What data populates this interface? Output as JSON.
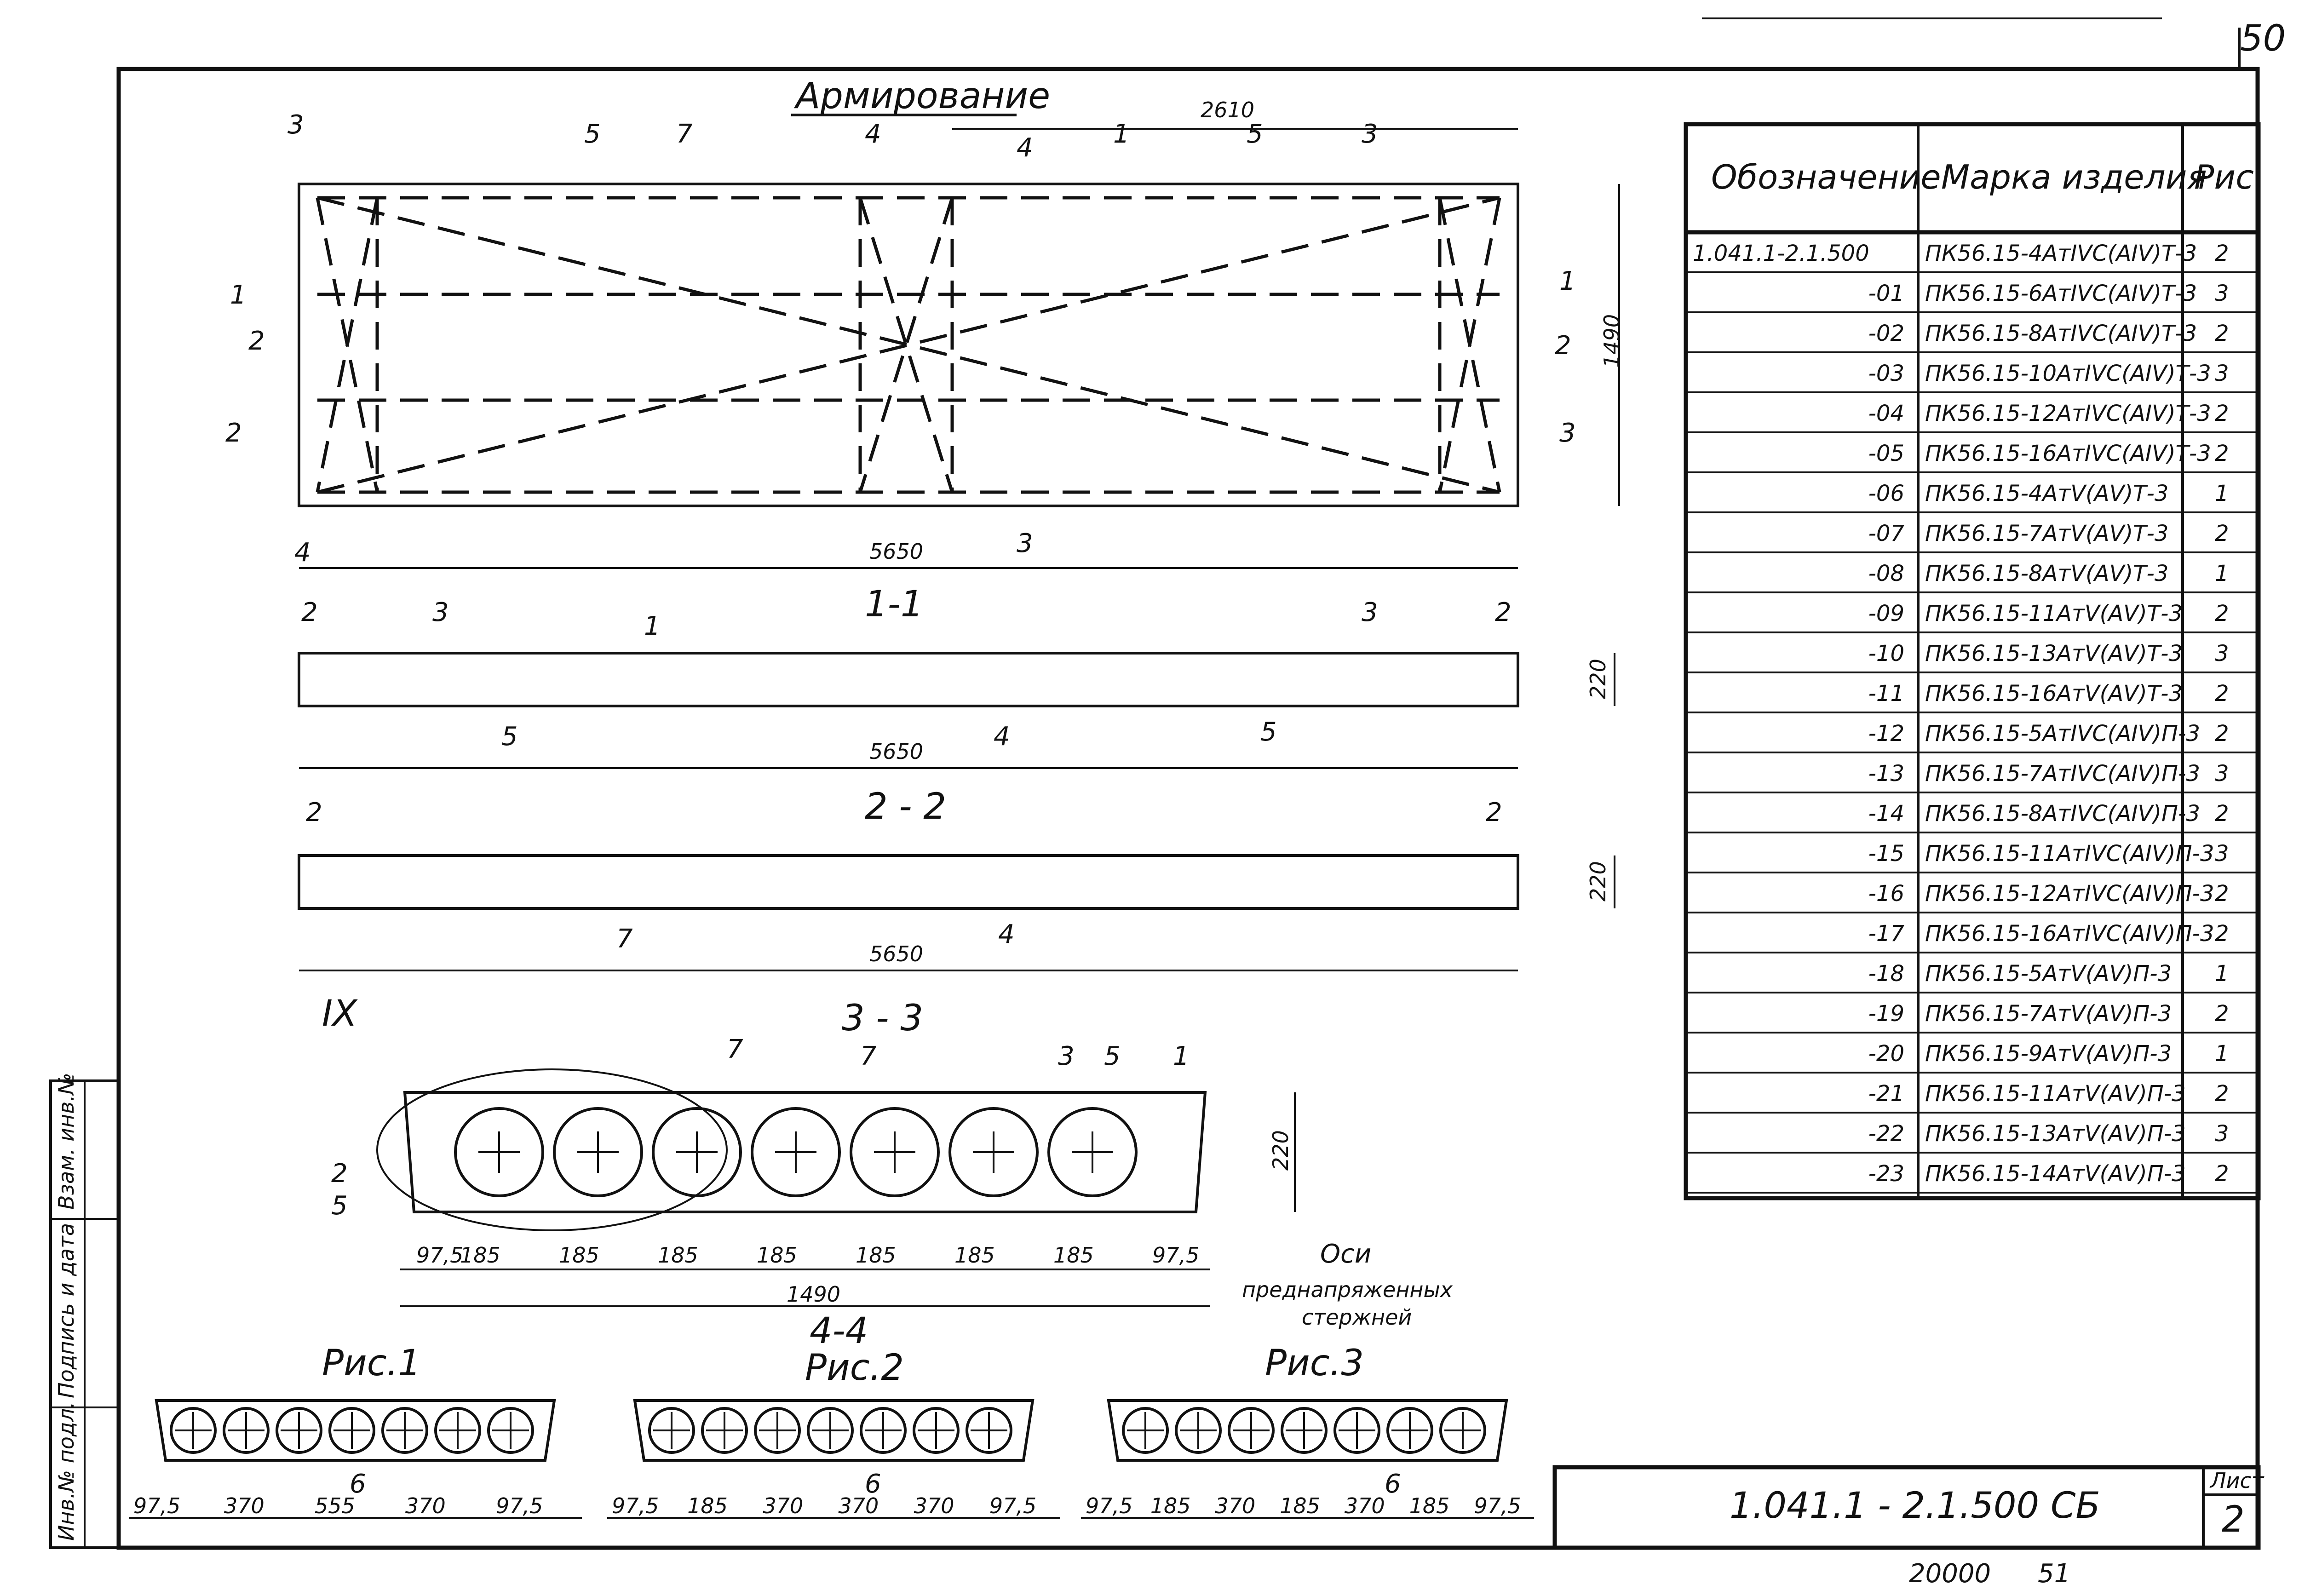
{
  "page_number": "50",
  "bottom_numbers": {
    "left": "20000",
    "right": "51"
  },
  "plan": {
    "title": "Армирование",
    "dim_total_length": "5650",
    "dim_mid_length": "2610",
    "dim_width": "1490",
    "markers": [
      "3",
      "5",
      "7",
      "4",
      "1",
      "5",
      "3",
      "1",
      "2",
      "2",
      "1",
      "2",
      "3",
      "4",
      "4",
      "3"
    ]
  },
  "section_1_1": {
    "title": "1-1",
    "length": "5650",
    "height": "220",
    "labels": [
      "2",
      "3",
      "1",
      "3",
      "2",
      "5",
      "4",
      "5"
    ]
  },
  "section_2_2": {
    "title": "2 - 2",
    "length": "5650",
    "height": "220",
    "labels": [
      "2",
      "2",
      "7",
      "4"
    ]
  },
  "section_3_3": {
    "title": "3 - 3",
    "detail_mark": "IX",
    "height": "220",
    "width_total": "1490",
    "spacing": [
      "97,5",
      "185",
      "185",
      "185",
      "185",
      "185",
      "185",
      "185",
      "97,5"
    ],
    "labels": [
      "7",
      "7",
      "3",
      "5",
      "1",
      "2",
      "5"
    ],
    "axes_note": [
      "Оси",
      "преднапряженных",
      "стержней"
    ]
  },
  "figures": [
    {
      "caption": "Рис.1",
      "marker": "6",
      "dims": [
        "97,5",
        "370",
        "555",
        "370",
        "97,5"
      ]
    },
    {
      "caption": "Рис.2",
      "above": "4-4",
      "marker": "6",
      "dims": [
        "97,5",
        "185",
        "370",
        "370",
        "370",
        "97,5"
      ]
    },
    {
      "caption": "Рис.3",
      "marker": "6",
      "dims": [
        "97,5",
        "185",
        "370",
        "185",
        "370",
        "185",
        "97,5"
      ]
    }
  ],
  "side_stamp": [
    "Инв.№ подл.",
    "Подпись и дата",
    "Взам. инв.№"
  ],
  "table": {
    "headers": [
      "Обозначение",
      "Марка изделия",
      "Рис."
    ],
    "rows": [
      [
        "1.041.1-2.1.500",
        "ПК56.15-4АтIVС(АIV)Т-3",
        "2"
      ],
      [
        "-01",
        "ПК56.15-6АтIVС(АIV)Т-3",
        "3"
      ],
      [
        "-02",
        "ПК56.15-8АтIVС(АIV)Т-3",
        "2"
      ],
      [
        "-03",
        "ПК56.15-10АтIVС(АIV)Т-3",
        "3"
      ],
      [
        "-04",
        "ПК56.15-12АтIVС(АIV)Т-3",
        "2"
      ],
      [
        "-05",
        "ПК56.15-16АтIVС(АIV)Т-3",
        "2"
      ],
      [
        "-06",
        "ПК56.15-4АтV(АV)Т-3",
        "1"
      ],
      [
        "-07",
        "ПК56.15-7АтV(АV)Т-3",
        "2"
      ],
      [
        "-08",
        "ПК56.15-8АтV(АV)Т-3",
        "1"
      ],
      [
        "-09",
        "ПК56.15-11АтV(АV)Т-3",
        "2"
      ],
      [
        "-10",
        "ПК56.15-13АтV(АV)Т-3",
        "3"
      ],
      [
        "-11",
        "ПК56.15-16АтV(АV)Т-3",
        "2"
      ],
      [
        "-12",
        "ПК56.15-5АтIVС(АIV)П-3",
        "2"
      ],
      [
        "-13",
        "ПК56.15-7АтIVС(АIV)П-3",
        "3"
      ],
      [
        "-14",
        "ПК56.15-8АтIVС(АIV)П-3",
        "2"
      ],
      [
        "-15",
        "ПК56.15-11АтIVС(АIV)П-3",
        "3"
      ],
      [
        "-16",
        "ПК56.15-12АтIVС(АIV)П-3",
        "2"
      ],
      [
        "-17",
        "ПК56.15-16АтIVС(АIV)П-3",
        "2"
      ],
      [
        "-18",
        "ПК56.15-5АтV(АV)П-3",
        "1"
      ],
      [
        "-19",
        "ПК56.15-7АтV(АV)П-3",
        "2"
      ],
      [
        "-20",
        "ПК56.15-9АтV(АV)П-3",
        "1"
      ],
      [
        "-21",
        "ПК56.15-11АтV(АV)П-3",
        "2"
      ],
      [
        "-22",
        "ПК56.15-13АтV(АV)П-3",
        "3"
      ],
      [
        "-23",
        "ПК56.15-14АтV(АV)П-3",
        "2"
      ]
    ]
  },
  "title_block": {
    "code": "1.041.1 - 2.1.500 СБ",
    "sheet_label": "Лист",
    "sheet_no": "2"
  }
}
